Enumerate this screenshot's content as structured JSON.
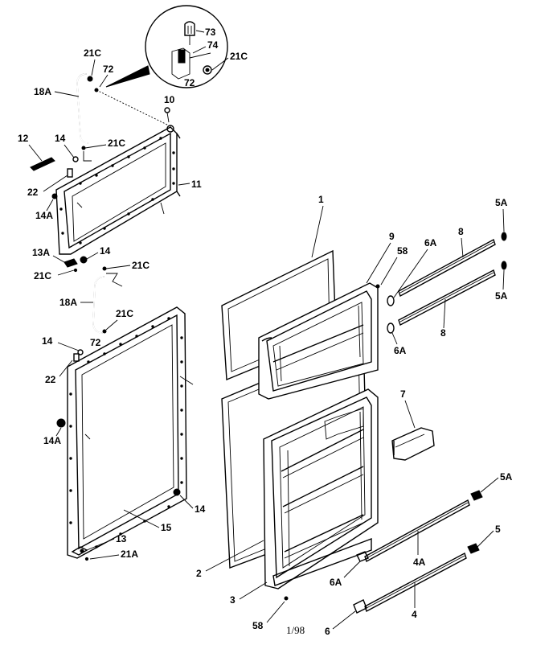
{
  "diagram": {
    "footer_code": "1/98",
    "top_clip_text": "...",
    "labels": {
      "l73": "73",
      "l74": "74",
      "l72a": "72",
      "l21Ca": "21C",
      "l21Cb": "21C",
      "l72b": "72",
      "l18Aa": "18A",
      "l10": "10",
      "l12": "12",
      "l14a": "14",
      "l21Cc": "21C",
      "l22a": "22",
      "l14Aa": "14A",
      "l11": "11",
      "l13A": "13A",
      "l14b": "14",
      "l21Cd": "21C",
      "l21Ce": "21C",
      "l18Ab": "18A",
      "l21Cf": "21C",
      "l72c": "72",
      "l14c": "14",
      "l22b": "22",
      "l14Ab": "14A",
      "l14d": "14",
      "l15": "15",
      "l13": "13",
      "l21A": "21A",
      "l1": "1",
      "l9": "9",
      "l58a": "58",
      "l6Aa": "6A",
      "l8a": "8",
      "l5Aa": "5A",
      "l5Ab": "5A",
      "l8b": "8",
      "l6Ab": "6A",
      "l7": "7",
      "l5Ac": "5A",
      "l5": "5",
      "l4A": "4A",
      "l6Ac": "6A",
      "l2": "2",
      "l3": "3",
      "l4": "4",
      "l6": "6",
      "l58b": "58"
    }
  }
}
